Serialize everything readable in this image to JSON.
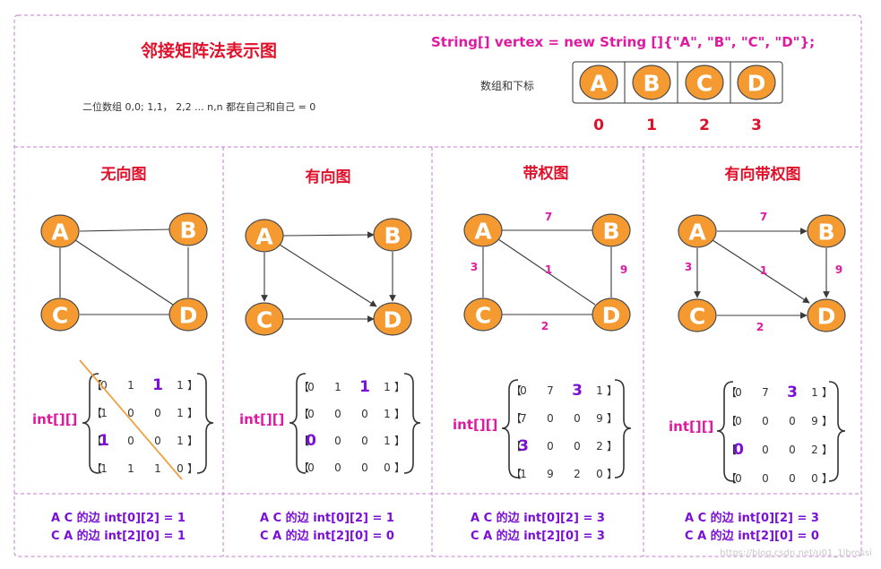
{
  "header": {
    "title": "邻接矩阵法表示图",
    "code": "String[] vertex = new String []{\"A\", \"B\", \"C\", \"D\"};",
    "note": "二位数组 0,0; 1,1，  2,2 ... n,n 都在自己和自己 = 0",
    "array_label": "数组和下标",
    "vertices": [
      "A",
      "B",
      "C",
      "D"
    ],
    "indices": [
      "0",
      "1",
      "2",
      "3"
    ]
  },
  "matrix_label": "int[][]",
  "panels": [
    {
      "title": "无向图",
      "weights": [],
      "matrix": [
        [
          "0",
          "1",
          "1",
          "1"
        ],
        [
          "1",
          "0",
          "0",
          "1"
        ],
        [
          "1",
          "0",
          "0",
          "1"
        ],
        [
          "1",
          "1",
          "1",
          "0"
        ]
      ],
      "footer1": "A C 的边 int[0][2] = 1",
      "footer2": "C A 的边 int[2][0] = 1"
    },
    {
      "title": "有向图",
      "weights": [],
      "matrix": [
        [
          "0",
          "1",
          "1",
          "1"
        ],
        [
          "0",
          "0",
          "0",
          "1"
        ],
        [
          "0",
          "0",
          "0",
          "1"
        ],
        [
          "0",
          "0",
          "0",
          "0"
        ]
      ],
      "footer1": "A C 的边 int[0][2] = 1",
      "footer2": "C A 的边 int[2][0] = 0"
    },
    {
      "title": "带权图",
      "weights": [
        "7",
        "3",
        "1",
        "9",
        "2"
      ],
      "matrix": [
        [
          "0",
          "7",
          "3",
          "1"
        ],
        [
          "7",
          "0",
          "0",
          "9"
        ],
        [
          "3",
          "0",
          "0",
          "2"
        ],
        [
          "1",
          "9",
          "2",
          "0"
        ]
      ],
      "footer1": "A C 的边 int[0][2] = 3",
      "footer2": "C A 的边 int[2][0] = 3"
    },
    {
      "title": "有向带权图",
      "weights": [
        "7",
        "3",
        "1",
        "9",
        "2"
      ],
      "matrix": [
        [
          "0",
          "7",
          "3",
          "1"
        ],
        [
          "0",
          "0",
          "0",
          "9"
        ],
        [
          "0",
          "0",
          "0",
          "2"
        ],
        [
          "0",
          "0",
          "0",
          "0"
        ]
      ],
      "footer1": "A C 的边 int[0][2] = 3",
      "footer2": "C A 的边 int[2][0] = 0"
    }
  ],
  "watermark": "https://blog.csdn.net/u01_1lbrossi",
  "colors": {
    "title": "#e0102b",
    "code": "#e01aa0",
    "footer": "#7a10d6",
    "node": "#f49a30",
    "border": "#c77ad6"
  }
}
